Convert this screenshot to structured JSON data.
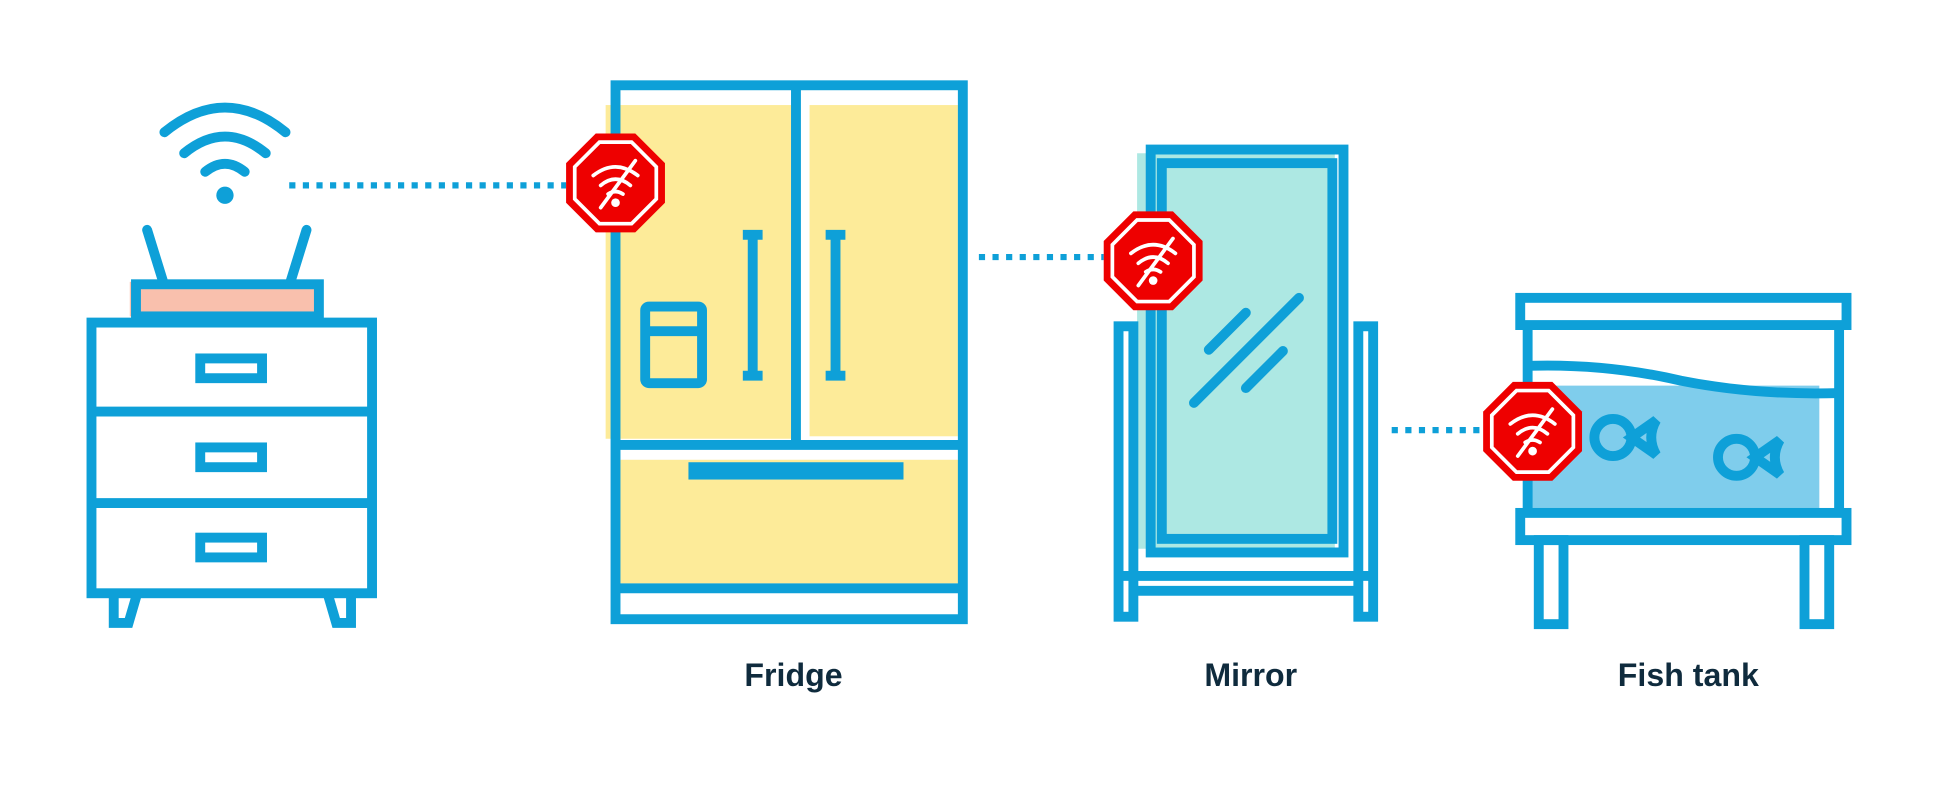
{
  "labels": {
    "fridge": "Fridge",
    "mirror": "Mirror",
    "fish_tank": "Fish tank"
  },
  "icons": [
    "wifi-icon",
    "router-icon",
    "dresser-icon",
    "fridge-icon",
    "mirror-icon",
    "fish-tank-icon",
    "no-wifi-stop-icon"
  ],
  "colors": {
    "line": "#0ea0d8",
    "stop": "#ee0000",
    "fridge_fill": "#fdeb99",
    "mirror_fill": "#ade8e3",
    "water_fill": "#7fcdec",
    "router_fill": "#f9c0ad",
    "label": "#0f2b3d"
  }
}
